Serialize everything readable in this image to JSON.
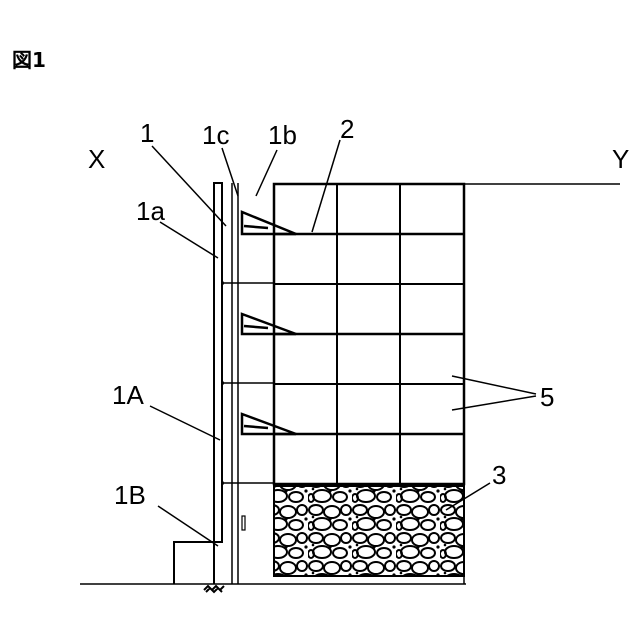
{
  "figure": {
    "title": "図1"
  },
  "labels": {
    "X": "X",
    "Y": "Y",
    "l1": "1",
    "l1c": "1c",
    "l1b": "1b",
    "l2": "2",
    "l1a": "1a",
    "l1A": "1A",
    "l1B": "1B",
    "l3": "3",
    "l5": "5"
  }
}
